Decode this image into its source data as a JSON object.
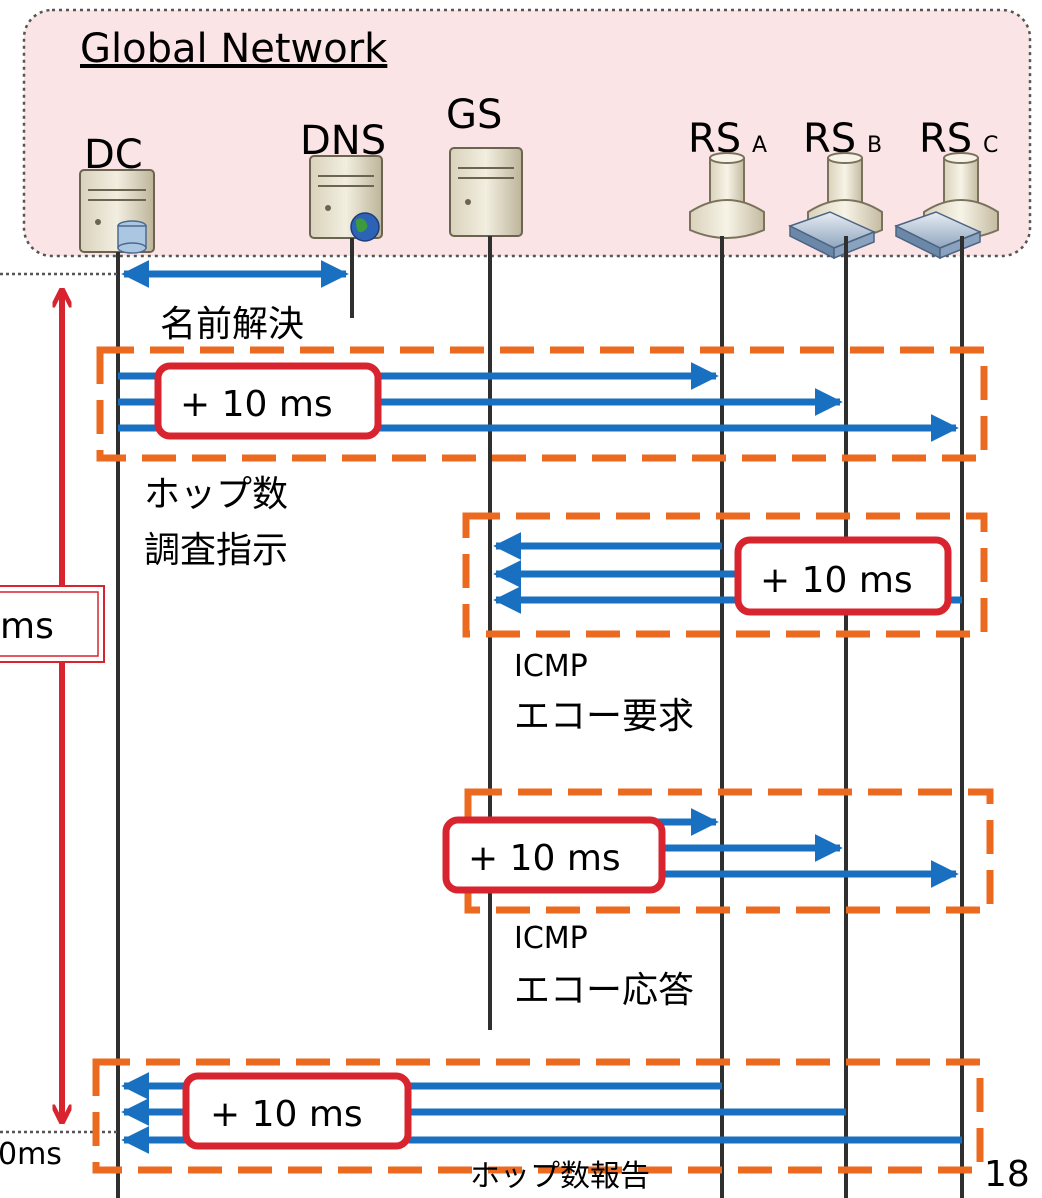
{
  "network": {
    "title": "Global Network"
  },
  "nodes": {
    "dc": {
      "label": "DC"
    },
    "dns": {
      "label": "DNS"
    },
    "gs": {
      "label": "GS"
    },
    "rs_a": {
      "label": "RS",
      "sub": "A"
    },
    "rs_b": {
      "label": "RS",
      "sub": "B"
    },
    "rs_c": {
      "label": "RS",
      "sub": "C"
    }
  },
  "phases": {
    "name_resolution": "名前解決",
    "hop_survey_line1": "ホップ数",
    "hop_survey_line2": "調査指示",
    "icmp_request_line1": "ICMP",
    "icmp_request_line2": "エコー要求",
    "icmp_reply_line1": "ICMP",
    "icmp_reply_line2": "エコー応答",
    "hop_report": "ホップ数報告"
  },
  "delays": {
    "d1": "+ 10 ms",
    "d2": "+ 10 ms",
    "d3": "+ 10 ms",
    "d4": "+ 10 ms"
  },
  "total": {
    "box_label": "ms",
    "bottom_label": "0ms"
  },
  "page_number": "18",
  "colors": {
    "network_fill": "#fbe4e6",
    "arrow_blue": "#1a70c0",
    "dash_orange": "#ec6a1f",
    "delay_red": "#d7242f",
    "lifeline": "#2f2f2f"
  }
}
